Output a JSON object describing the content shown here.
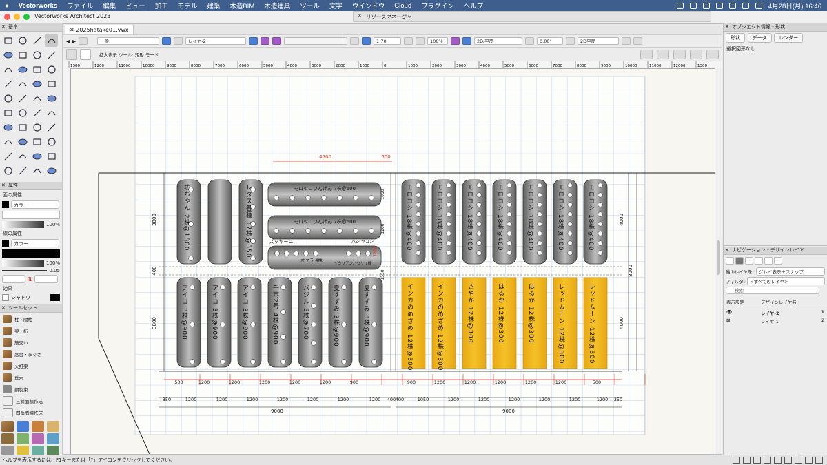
{
  "menubar": {
    "app": "Vectorworks",
    "items": [
      "ファイル",
      "編集",
      "ビュー",
      "加工",
      "モデル",
      "建築",
      "木造BIM",
      "木造建具",
      "ツール",
      "文字",
      "ウインドウ",
      "Cloud",
      "プラグイン",
      "ヘルプ"
    ],
    "clock": "4月28日(月) 16:46"
  },
  "window": {
    "app_title": "Vectorworks Architect 2023",
    "resource_manager": "リソースマネージャ",
    "doc_tab": "2025hatake01.vwx"
  },
  "toolbar": {
    "class_select": "一般",
    "layer_select": "レイヤ-2",
    "scale": "1:70",
    "zoom": "108%",
    "view": "2D/平面",
    "angle": "0.00°",
    "render": "2D平面"
  },
  "modebar": {
    "text": "拡大表示 ツール: 矩形 モード"
  },
  "tools_palette": {
    "title": "基本"
  },
  "attributes": {
    "title": "属性",
    "fill_label": "面の属性",
    "fill_type": "カラー",
    "fill_opacity": "100%",
    "line_label": "線の属性",
    "line_type": "カラー",
    "line_opacity": "100%",
    "line_weight": "0.05",
    "effects_label": "効果",
    "shadow_label": "シャドウ"
  },
  "toolset": {
    "title": "ツールセット",
    "items": [
      "柱・間柱",
      "梁・桁",
      "筋交い",
      "窓台・まぐさ",
      "火打梁",
      "垂木",
      "鋼製束",
      "三斜面積作成",
      "四角面積作成"
    ]
  },
  "obj_info": {
    "title": "オブジェクト情報 - 形状",
    "tabs": [
      "形状",
      "データ",
      "レンダー"
    ],
    "status": "選択図形なし"
  },
  "nav": {
    "title": "ナビゲーション - デザインレイヤ",
    "other_layers_label": "他のレイヤを:",
    "other_layers_value": "グレイ表示＋スナップ",
    "filter_label": "フィルタ:",
    "filter_value": "<すべてのレイヤ>",
    "search_placeholder": "検索",
    "col_display": "表示設定",
    "col_name": "デザインレイヤ名",
    "layers": [
      {
        "name": "レイヤ-2",
        "num": "1"
      },
      {
        "name": "レイヤ-1",
        "num": "2"
      }
    ]
  },
  "status_text": "ヘルプを表示するには、F1キーまたは「?」アイコンをクリックしてください。",
  "ruler_labels": [
    "1300",
    "1200",
    "11000",
    "10000",
    "9000",
    "8000",
    "7000",
    "6000",
    "5000",
    "4000",
    "3000",
    "2000",
    "1000",
    "0",
    "1000",
    "2000",
    "3000",
    "4000",
    "5000",
    "6000",
    "7000",
    "8000",
    "9000",
    "10000",
    "11000",
    "12000",
    "1300"
  ],
  "drawing": {
    "dim_top_long": "4500",
    "dim_top_short": "500",
    "dim_left_upper": "3800",
    "dim_left_mid": "400",
    "dim_left_lower": "3800",
    "dim_right_upper": "4000",
    "dim_right_total": "8000",
    "dim_right_lower": "4000",
    "dim_total_left": "9000",
    "dim_total_right": "9000",
    "upper_left_beds": [
      {
        "text": "坊ちゃん 2株@1800"
      },
      {
        "text": ""
      },
      {
        "text": "レタス各種 17株@350"
      }
    ],
    "horizontal_beds": [
      {
        "text": "モロッコいんげん 7株@600"
      },
      {
        "text": "モロッコいんげん 7株@600"
      }
    ],
    "small_bed_labels": [
      "ズッキーニ",
      "バジ ヤコン",
      "オクラ 4株",
      "イタリアンパセリ 1株"
    ],
    "side_dims": [
      "1050",
      "1200",
      "1200",
      "1550"
    ],
    "corn_bed": "モロコシ 18株@400",
    "lower_left_beds": [
      {
        "text": "アイコ 3株@900"
      },
      {
        "text": "アイコ 3株@900"
      },
      {
        "text": "アイコ 3株@900"
      },
      {
        "text": "千両2号 4株@900"
      },
      {
        "text": "バジル 5株@700"
      },
      {
        "text": "夏すずみ 3株@900"
      },
      {
        "text": "夏すずみ 3株@900"
      }
    ],
    "lower_right_beds": [
      {
        "text": "インカのめざめ 12株@300"
      },
      {
        "text": "インカのめざめ 12株@300"
      },
      {
        "text": "さやか 12株@300"
      },
      {
        "text": "はるか 12株@300"
      },
      {
        "text": "はるか 12株@300"
      },
      {
        "text": "レッドムーン 12株@300"
      },
      {
        "text": "レッドムーン 12株@300"
      }
    ],
    "bottom_red_dims_left": [
      "500",
      "1200",
      "1200",
      "1200",
      "1200",
      "1200",
      "900"
    ],
    "bottom_red_dims_right": [
      "900",
      "1200",
      "1200",
      "1200",
      "1200",
      "1200",
      "500"
    ],
    "bottom_black_dims_left": [
      "350",
      "1200",
      "1200",
      "1200",
      "1200",
      "1200",
      "1200",
      "1200",
      "400"
    ],
    "bottom_black_dims_right": [
      "400",
      "1050",
      "1200",
      "1200",
      "1200",
      "1200",
      "1200",
      "1200",
      "350"
    ]
  },
  "colors": {
    "menubar": "#3e5f8e",
    "bed_gray": "#8a8a8a",
    "bed_yellow": "#f4c127",
    "grid": "#c9dcf2",
    "dim_red": "#e0301e"
  }
}
